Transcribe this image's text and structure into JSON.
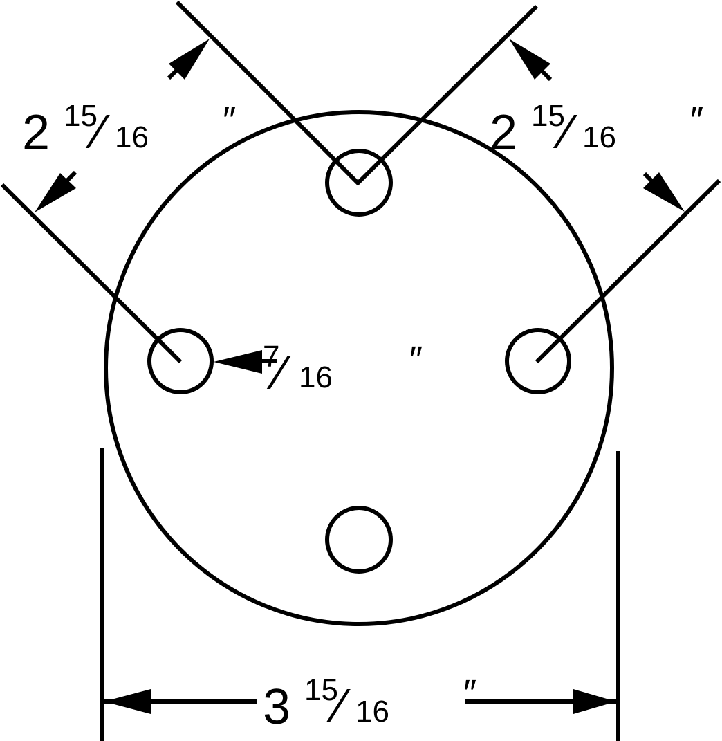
{
  "diagram": {
    "dimensions": {
      "upper_left": {
        "whole": "2",
        "numerator": "15",
        "slash": "⁄",
        "denominator": "16",
        "unit": "″"
      },
      "upper_right": {
        "whole": "2",
        "numerator": "15",
        "slash": "⁄",
        "denominator": "16",
        "unit": "″"
      },
      "hole": {
        "numerator": "7",
        "slash": "⁄",
        "denominator": "16",
        "unit": "″"
      },
      "bottom": {
        "whole": "3",
        "numerator": "15",
        "slash": "⁄",
        "denominator": "16",
        "unit": "″"
      }
    }
  }
}
